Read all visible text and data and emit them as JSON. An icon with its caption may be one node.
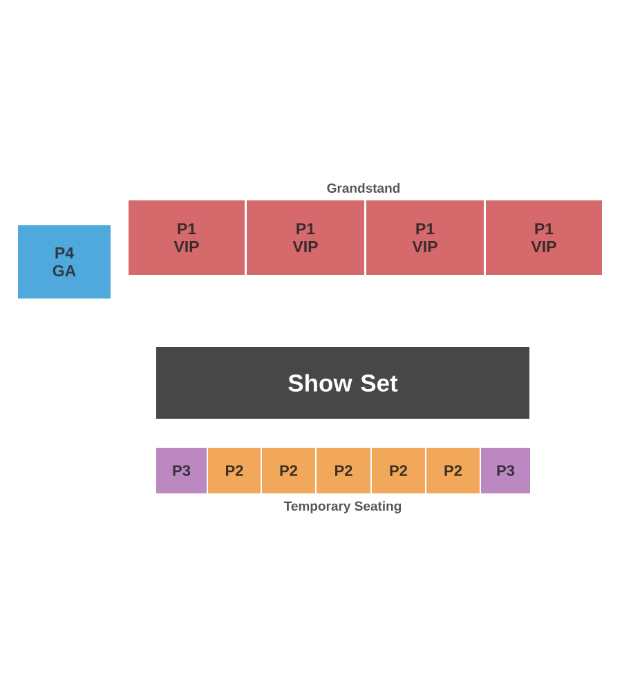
{
  "diagram": {
    "nodes": [
      {
        "text": [
          "P4 GA"
        ]
      },
      {
        "text": [
          "P1 VIP"
        ]
      },
      {
        "text": [
          "P1 VIP"
        ]
      },
      {
        "text": [
          "P1 VIP"
        ]
      },
      {
        "text": [
          "P1 VIP"
        ]
      },
      {
        "text": [
          "Show Set"
        ]
      },
      {
        "text": [
          "P3"
        ]
      },
      {
        "text": [
          "P2"
        ]
      },
      {
        "text": [
          "P2"
        ]
      },
      {
        "text": [
          "P2"
        ]
      },
      {
        "text": [
          "P2"
        ]
      },
      {
        "text": [
          "P2"
        ]
      },
      {
        "text": [
          "P3"
        ]
      }
    ],
    "labels": [
      "Grandstand",
      "Temporary Seating"
    ]
  }
}
